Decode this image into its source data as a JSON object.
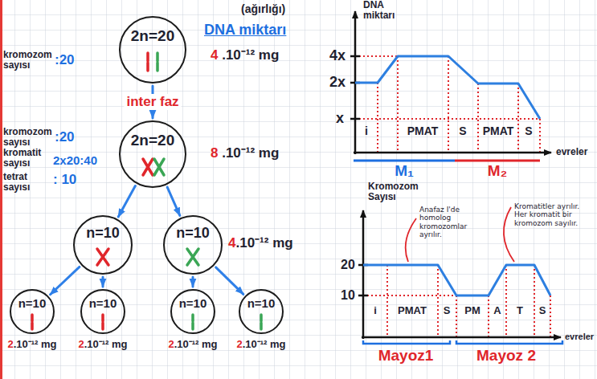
{
  "diagram": {
    "nodes": [
      {
        "text": [
          "2n=20"
        ]
      },
      {
        "text": [
          "2n=20"
        ]
      },
      {
        "text": [
          "n=10"
        ]
      },
      {
        "text": [
          "n=10"
        ]
      },
      {
        "text": [
          "n=10"
        ]
      },
      {
        "text": [
          "n=10"
        ]
      },
      {
        "text": [
          "n=10"
        ]
      },
      {
        "text": [
          "n=10"
        ]
      }
    ],
    "edges": [
      {
        "from": 0,
        "to": 1,
        "arrow": "to",
        "label": "inter faz"
      },
      {
        "from": 1,
        "to": 2,
        "arrow": "to"
      },
      {
        "from": 1,
        "to": 3,
        "arrow": "to"
      },
      {
        "from": 2,
        "to": 4,
        "arrow": "to"
      },
      {
        "from": 2,
        "to": 5,
        "arrow": "to"
      },
      {
        "from": 3,
        "to": 6,
        "arrow": "to"
      },
      {
        "from": 3,
        "to": 7,
        "arrow": "to"
      }
    ],
    "labels": [
      "(ağırlığı)",
      "DNA miktarı",
      "4 .10⁻¹² mg",
      "kromozom sayısı",
      ":20",
      "kromozom sayısı",
      ":20",
      "kromatit sayısı",
      "2x20:40",
      "tetrat sayısı",
      ": 10",
      "8 .10⁻¹² mg",
      "4.10⁻¹² mg",
      "2.10⁻¹² mg",
      "2.10⁻¹² mg",
      "2.10⁻¹² mg",
      "2.10⁻¹² mg",
      "DNA miktarı",
      "4x",
      "2x",
      "x",
      "i",
      "PMAT",
      "S",
      "PMAT",
      "S",
      "evreler",
      "M₁",
      "M₂",
      "Kromozom Sayısı",
      "Anafaz I'de homolog kromozomlar ayrılır.",
      "Kromatitler ayrılır. Her kromatit bir kromozom sayılır.",
      "20",
      "10",
      "i",
      "PMAT",
      "S",
      "PM",
      "A",
      "T",
      "S",
      "evreler",
      "Mayoz1",
      "Mayoz 2"
    ]
  }
}
